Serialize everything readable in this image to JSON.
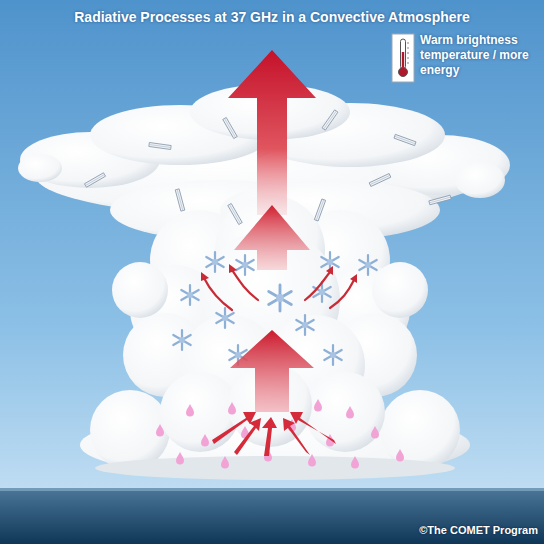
{
  "diagram": {
    "title": "Radiative Processes at 37 GHz in a Convective Atmosphere",
    "labels": [
      "©The COMET Program"
    ],
    "legend": [
      {
        "text": "Warm brightness temperature / more energy"
      }
    ]
  }
}
